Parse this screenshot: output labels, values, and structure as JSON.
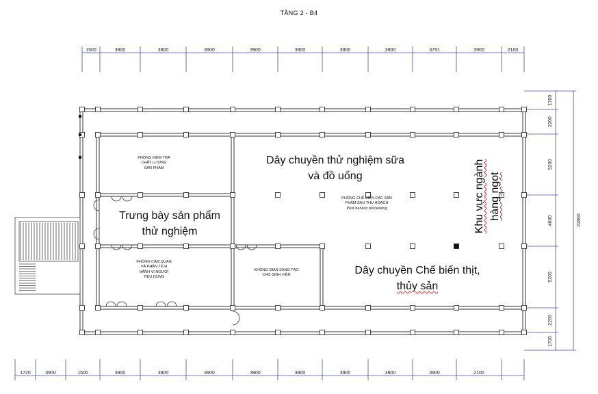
{
  "title": "TẦNG 2 - B4",
  "dims_top": [
    "1500",
    "3900",
    "3900",
    "3900",
    "3900",
    "3900",
    "3900",
    "3900",
    "3791",
    "3900",
    "2100"
  ],
  "dims_bottom": [
    "1720",
    "3900",
    "1500",
    "3900",
    "3900",
    "3900",
    "3900",
    "3900",
    "3900",
    "3900",
    "3900",
    "2100"
  ],
  "dims_right": [
    "1700",
    "2200",
    "5200",
    "4600",
    "5200",
    "2200",
    "1700"
  ],
  "dim_total": "22800",
  "rooms": {
    "kiem_tra": [
      "PHÒNG KIỂM TRA",
      "CHẤT LƯỢNG",
      "SẢN PHẨM"
    ],
    "cam_quan": [
      "PHÒNG CẢM QUAN",
      "VÀ PHÂN TÍCH",
      "HÀNH VI NGƯỜI",
      "TIÊU DÙNG"
    ],
    "khong_gian": [
      "KHÔNG GIAN SÁNG TẠO",
      "CHO SINH VIÊN"
    ],
    "che_bien": [
      "PHÒNG CHẾ BIẾN CÁC SẢN",
      "PHẨM SAU THU HOẠCH",
      "Post-harvest processing"
    ]
  },
  "labels": {
    "sua": [
      "Dây chuyền thử nghiệm sữa",
      "và đồ uống"
    ],
    "trung_bay": [
      "Trưng bày sản phẩm",
      "thử nghiệm"
    ],
    "thit": [
      "Dây chuyền Chế biến thịt,",
      "thủy sản"
    ],
    "ngot": [
      "Khu vực ngành",
      "hàng ngọt"
    ]
  }
}
